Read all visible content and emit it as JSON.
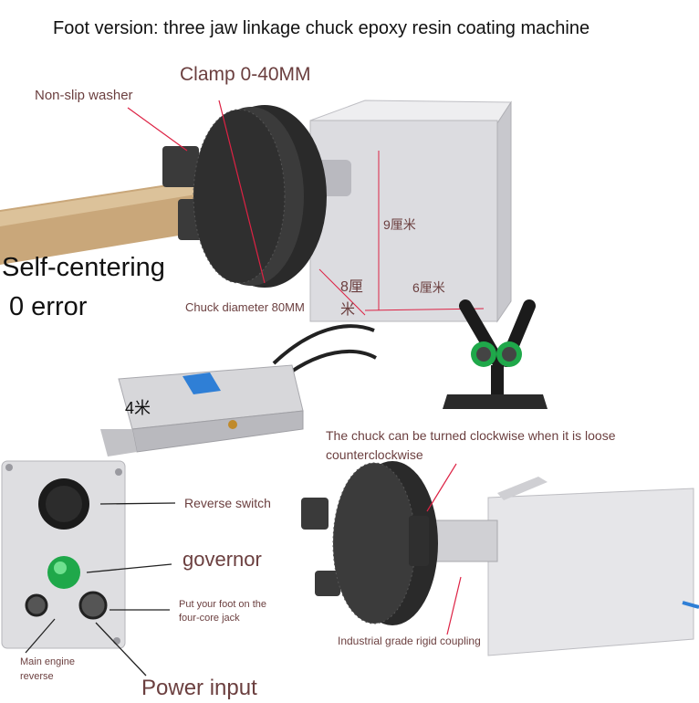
{
  "title": "Foot version: three jaw linkage chuck epoxy resin coating machine",
  "labels": {
    "clamp": "Clamp 0-40MM",
    "washer": "Non-slip washer",
    "self_centering": "Self-centering",
    "zero_error": "0 error",
    "chuck_diameter": "Chuck diameter 80MM",
    "dim_9": "9厘米",
    "dim_8_a": "8厘",
    "dim_8_b": "米",
    "dim_6": "6厘米",
    "dim_4": "4米",
    "turn_line1": "The chuck can be turned clockwise when it is loose",
    "turn_line2": "counterclockwise",
    "reverse_switch": "Reverse switch",
    "governor": "governor",
    "foot_line1": "Put your foot on the",
    "foot_line2": "four-core jack",
    "coupling": "Industrial grade rigid coupling",
    "main_line1": "Main engine",
    "main_line2": "reverse",
    "power_input": "Power input"
  },
  "colors": {
    "label_brown": "#6b3f3f",
    "box_silver": "#d8d8dc",
    "chuck_dark": "#2a2a2a",
    "wood": "#c9a77a",
    "pedal_blue": "#2f7fd6",
    "governor_green": "#1fa84a"
  }
}
